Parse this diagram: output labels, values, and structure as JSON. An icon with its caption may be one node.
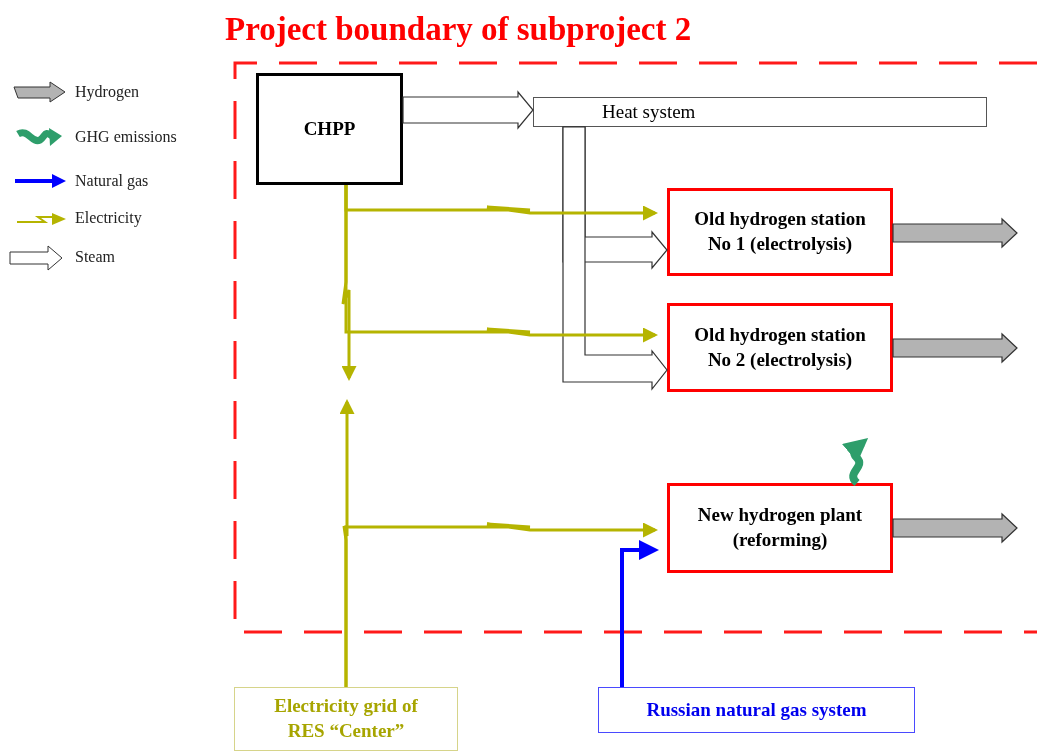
{
  "diagram": {
    "nodes": [
      {
        "text": [
          "Project boundary of subproject 2"
        ]
      },
      {
        "text": [
          "CHPP"
        ],
        "in": 0
      },
      {
        "text": [
          "Heat system"
        ],
        "in": 0
      },
      {
        "text": [
          "Old hydrogen station No 1 (electrolysis)"
        ],
        "in": 0
      },
      {
        "text": [
          "Old hydrogen station No 2 (electrolysis)"
        ],
        "in": 0
      },
      {
        "text": [
          "New hydrogen plant (reforming)"
        ],
        "in": 0
      },
      {
        "text": [
          "Electricity grid of RES “Center”"
        ]
      },
      {
        "text": [
          "Russian natural gas system"
        ]
      }
    ],
    "edges": [
      {
        "from": 1,
        "to": 2,
        "arrow": "to",
        "style": "thick",
        "color": "#ffffff"
      },
      {
        "from": 2,
        "to": 3,
        "arrow": "to",
        "style": "thick",
        "color": "#ffffff"
      },
      {
        "from": 2,
        "to": 4,
        "arrow": "to",
        "style": "thick",
        "color": "#ffffff"
      },
      {
        "from": 1,
        "to": null,
        "arrow": "to",
        "color": "#b5b400"
      },
      {
        "from": 6,
        "to": null,
        "arrow": "to",
        "color": "#b5b400"
      },
      {
        "from": 1,
        "to": 3,
        "arrow": "to",
        "color": "#b5b400"
      },
      {
        "from": 1,
        "to": 4,
        "arrow": "to",
        "color": "#b5b400"
      },
      {
        "from": 6,
        "to": 5,
        "arrow": "to",
        "color": "#b5b400"
      },
      {
        "from": 7,
        "to": 5,
        "arrow": "to",
        "color": "#0000ff"
      },
      {
        "from": 3,
        "to": null,
        "arrow": "to",
        "style": "thick",
        "color": "#b3b3b3"
      },
      {
        "from": 4,
        "to": null,
        "arrow": "to",
        "style": "thick",
        "color": "#b3b3b3"
      },
      {
        "from": 5,
        "to": null,
        "arrow": "to",
        "style": "thick",
        "color": "#b3b3b3"
      },
      {
        "from": 5,
        "to": null,
        "arrow": "to",
        "style": "thick",
        "color": "#2e9e6b"
      }
    ],
    "legend": [
      {
        "text": "Hydrogen"
      },
      {
        "text": "GHG emissions"
      },
      {
        "text": "Natural gas"
      },
      {
        "text": "Electricity"
      },
      {
        "text": "Steam"
      }
    ]
  }
}
